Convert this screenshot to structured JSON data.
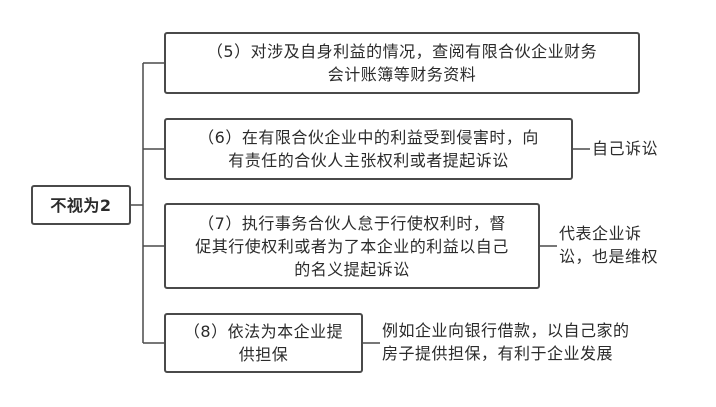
{
  "root": {
    "label": "不视为2"
  },
  "branches": [
    {
      "lines": [
        "（5）对涉及自身利益的情况，查阅有限合伙企业财务",
        "会计账簿等财务资料"
      ],
      "note": []
    },
    {
      "lines": [
        "（6）在有限合伙企业中的利益受到侵害时，向",
        "有责任的合伙人主张权利或者提起诉讼"
      ],
      "note": [
        "自己诉讼"
      ]
    },
    {
      "lines": [
        "（7）执行事务合伙人怠于行使权利时，督",
        "促其行使权利或者为了本企业的利益以自己",
        "的名义提起诉讼"
      ],
      "note": [
        "代表企业诉",
        "讼，也是维权"
      ]
    },
    {
      "lines": [
        "（8）依法为本企业提",
        "供担保"
      ],
      "note": [
        "例如企业向银行借款，以自己家的",
        "房子提供担保，有利于企业发展"
      ]
    }
  ]
}
